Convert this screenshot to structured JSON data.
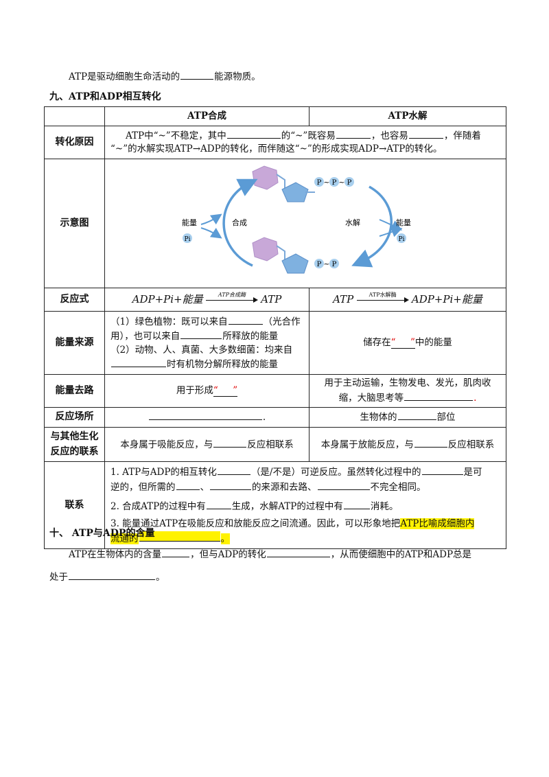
{
  "intro_line": {
    "pre": "ATP是驱动细胞生命活动的",
    "post": "能源物质。"
  },
  "section9_title": "九、ATP和ADP相互转化",
  "table": {
    "col1": "ATP合成",
    "col2": "ATP水解",
    "rows": {
      "reason": {
        "label": "转化原因",
        "line1_a": "ATP中“~”不稳定，其中",
        "line1_b": "的“~”既容易",
        "line1_c": "，也容易",
        "line1_d": "，伴随着",
        "line2": "“~”的水解实现ATP→ADP的转化，而伴随这“~”的形成实现ADP→ATP的转化。"
      },
      "diagram": {
        "label": "示意图",
        "energy_left": "能量",
        "pi_left": "Pi",
        "synth": "合成",
        "hydro": "水解",
        "energy_right": "能量",
        "pi_right": "Pi",
        "p": "P",
        "tilde": "~"
      },
      "equation": {
        "label": "反应式",
        "left_lhs": "ADP+Pi+能量",
        "left_arrow": "ATP合成酶",
        "left_rhs": "ATP",
        "right_lhs": "ATP",
        "right_arrow": "ATP水解酶",
        "right_rhs": "ADP+Pi+能量"
      },
      "source": {
        "label": "能量来源",
        "l1a": "（1）绿色植物：既可以来自",
        "l1b": "（光合作",
        "l2a": "用），也可以来自",
        "l2b": "所释放的能量",
        "l3": "（2）动物、人、真菌、大多数细菌：均来自",
        "l4": "时有机物分解所释放的能量",
        "right_pre": "储存在",
        "right_q": "“     ”",
        "right_post": "中的能量"
      },
      "destination": {
        "label": "能量去路",
        "left_pre": "用于形成",
        "left_q": "“     ”",
        "right_l1": "用于主动运输，生物发电、发光，肌肉收",
        "right_l2": "缩，大脑思考等",
        "dot": "."
      },
      "site": {
        "label": "反应场所",
        "left_dot": ".",
        "right_pre": "生物体的",
        "right_post": "部位"
      },
      "relation": {
        "label": "与其他生化反应的联系",
        "left_pre": "本身属于吸能反应，与",
        "left_post": "反应相联系",
        "right_pre": "本身属于放能反应，与",
        "right_post": "反应相联系"
      },
      "link": {
        "label": "联系",
        "p1a": "1. ATP与ADP的相互转化",
        "p1b": "（是/不是）可逆反应。虽然转化过程中的",
        "p1c": "是可",
        "p1d": "逆的，但所需的",
        "p1e": "、",
        "p1f": "的来源和去路、",
        "p1g": "不完全相同。",
        "p2a": "2. 合成ATP的过程中有",
        "p2b": "生成，水解ATP的过程中有",
        "p2c": "消耗。",
        "p3a": "3. 能量通过ATP在吸能反应和放能反应之间流通。因此，可以形象地把",
        "p3hl": "ATP比喻成细胞内",
        "p3hl2": "流通的",
        "p3end": "。"
      }
    }
  },
  "section10_title": "十、 ATP与ADP的含量",
  "s10": {
    "a": "ATP在生物体内的含量",
    "b": "，但与ADP的转化",
    "c": "，从而使细胞中的ATP和ADP总是",
    "d": "处于",
    "e": "。"
  }
}
